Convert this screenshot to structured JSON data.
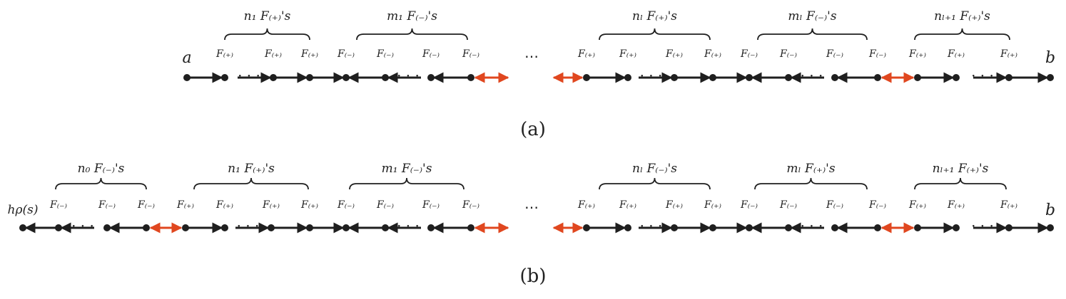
{
  "colors": {
    "line": "#1f1f1f",
    "node": "#1f1f1f",
    "red": "#e0471f"
  },
  "panel_a": {
    "caption": "(a)",
    "start_label": "a",
    "end_label": "b",
    "groups": [
      {
        "label": "n₁ F₍₊₎'s",
        "direction": "right",
        "items": [
          {
            "label": "F₍₊₎"
          },
          {
            "gap": true
          },
          {
            "label": "F₍₊₎"
          },
          {
            "label": "F₍₊₎"
          }
        ]
      },
      {
        "label": "m₁ F₍₋₎'s",
        "direction": "left",
        "items": [
          {
            "label": "F₍₋₎"
          },
          {
            "label": "F₍₋₎"
          },
          {
            "gap": true
          },
          {
            "label": "F₍₋₎"
          },
          {
            "label": "F₍₋₎"
          }
        ]
      },
      {
        "ellipsis": true,
        "label": "⋯"
      },
      {
        "label": "nₗ F₍₊₎'s",
        "direction": "right",
        "items": [
          {
            "label": "F₍₊₎"
          },
          {
            "label": "F₍₊₎"
          },
          {
            "gap": true
          },
          {
            "label": "F₍₊₎"
          },
          {
            "label": "F₍₊₎"
          }
        ]
      },
      {
        "label": "mₗ F₍₋₎'s",
        "direction": "left",
        "items": [
          {
            "label": "F₍₋₎"
          },
          {
            "label": "F₍₋₎"
          },
          {
            "gap": true
          },
          {
            "label": "F₍₋₎"
          },
          {
            "label": "F₍₋₎"
          }
        ]
      },
      {
        "label": "nₗ₊₁ F₍₊₎'s",
        "direction": "right",
        "items": [
          {
            "label": "F₍₊₎"
          },
          {
            "label": "F₍₊₎"
          },
          {
            "gap": true
          },
          {
            "label": "F₍₊₎"
          }
        ]
      }
    ]
  },
  "panel_b": {
    "caption": "(b)",
    "start_label": "hρ(s)",
    "end_label": "b",
    "groups": [
      {
        "label": "n₀ F₍₋₎'s",
        "direction": "left",
        "items": [
          {
            "label": "F₍₋₎"
          },
          {
            "gap": true
          },
          {
            "label": "F₍₋₎"
          },
          {
            "label": "F₍₋₎"
          }
        ]
      },
      {
        "label": "n₁ F₍₊₎'s",
        "direction": "right",
        "items": [
          {
            "label": "F₍₊₎"
          },
          {
            "label": "F₍₊₎"
          },
          {
            "gap": true
          },
          {
            "label": "F₍₊₎"
          },
          {
            "label": "F₍₊₎"
          }
        ]
      },
      {
        "label": "m₁ F₍₋₎'s",
        "direction": "left",
        "items": [
          {
            "label": "F₍₋₎"
          },
          {
            "label": "F₍₋₎"
          },
          {
            "gap": true
          },
          {
            "label": "F₍₋₎"
          },
          {
            "label": "F₍₋₎"
          }
        ]
      },
      {
        "ellipsis": true,
        "label": "⋯"
      },
      {
        "label": "nₗ F₍₋₎'s",
        "direction": "right",
        "items": [
          {
            "label": "F₍₊₎"
          },
          {
            "label": "F₍₊₎"
          },
          {
            "gap": true
          },
          {
            "label": "F₍₊₎"
          },
          {
            "label": "F₍₊₎"
          }
        ]
      },
      {
        "label": "mₗ F₍₊₎'s",
        "direction": "left",
        "items": [
          {
            "label": "F₍₋₎"
          },
          {
            "label": "F₍₋₎"
          },
          {
            "gap": true
          },
          {
            "label": "F₍₋₎"
          },
          {
            "label": "F₍₋₎"
          }
        ]
      },
      {
        "label": "nₗ₊₁ F₍₊₎'s",
        "direction": "right",
        "items": [
          {
            "label": "F₍₊₎"
          },
          {
            "label": "F₍₊₎"
          },
          {
            "gap": true
          },
          {
            "label": "F₍₊₎"
          }
        ]
      }
    ]
  }
}
